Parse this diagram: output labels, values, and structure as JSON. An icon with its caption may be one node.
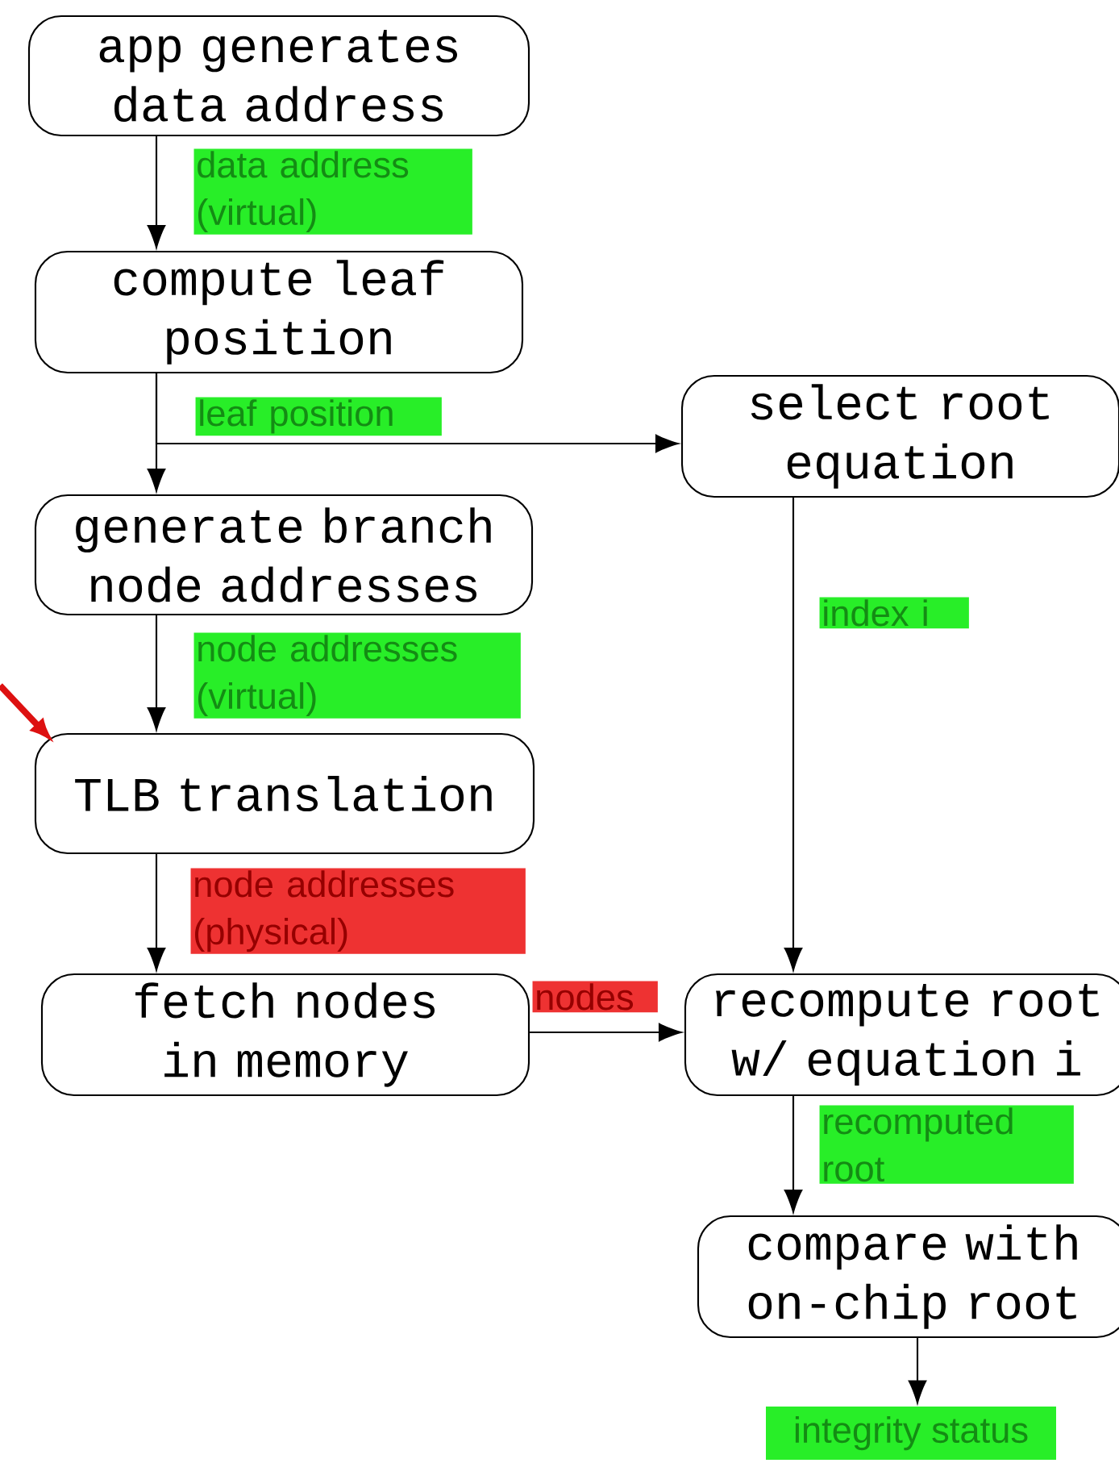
{
  "diagram": {
    "nodes": [
      {
        "text": [
          "app generates data address"
        ]
      },
      {
        "text": [
          "compute leaf position"
        ]
      },
      {
        "text": [
          "select root equation"
        ]
      },
      {
        "text": [
          "generate branch node addresses"
        ]
      },
      {
        "text": [
          "TLB translation"
        ]
      },
      {
        "text": [
          "fetch nodes in memory"
        ]
      },
      {
        "text": [
          "recompute root w/ equation i"
        ]
      },
      {
        "text": [
          "compare with on-chip root"
        ]
      },
      {
        "text": [
          "integrity status"
        ]
      }
    ],
    "edges": [
      {
        "from": 0,
        "to": 1,
        "arrow": "to",
        "label": "data address (virtual)"
      },
      {
        "from": 1,
        "to": 3,
        "arrow": "to",
        "label": "leaf position"
      },
      {
        "from": 1,
        "to": 2,
        "arrow": "to"
      },
      {
        "from": 2,
        "to": 6,
        "arrow": "to",
        "label": "index i"
      },
      {
        "from": 3,
        "to": 4,
        "arrow": "to",
        "label": "node addresses (virtual)"
      },
      {
        "from": 4,
        "to": 5,
        "arrow": "to",
        "label": "node addresses (physical)"
      },
      {
        "from": 5,
        "to": 6,
        "arrow": "to",
        "label": "nodes"
      },
      {
        "from": 6,
        "to": 7,
        "arrow": "to",
        "label": "recomputed root"
      },
      {
        "from": 7,
        "to": 8,
        "arrow": "to"
      },
      {
        "from": null,
        "to": 4,
        "arrow": "to",
        "style": "thick",
        "color": "#dd1111"
      }
    ]
  }
}
